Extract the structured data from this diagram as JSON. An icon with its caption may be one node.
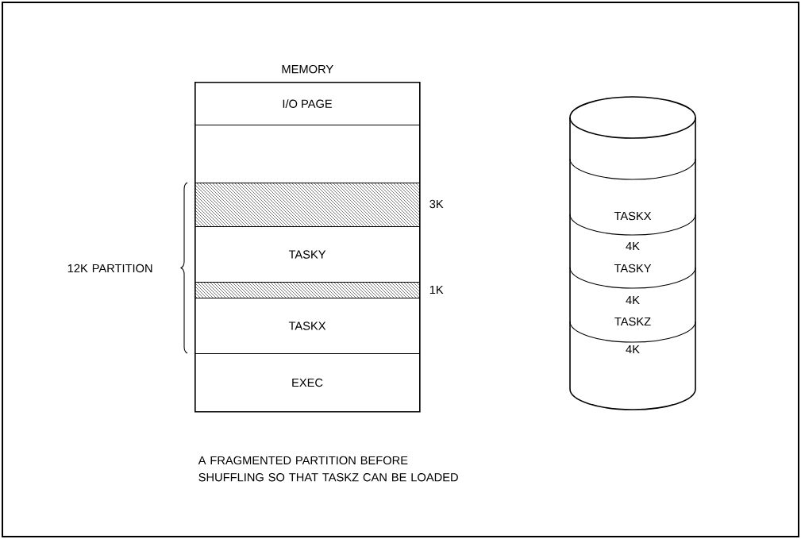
{
  "diagram": {
    "caption": "A FRAGMENTED PARTITION BEFORE SHUFFLING SO THAT TASKZ CAN BE LOADED",
    "nodes": [
      {
        "text": [
          "MEMORY"
        ]
      },
      {
        "text": [
          "I/O PAGE"
        ],
        "in": 0
      },
      {
        "text": [],
        "shape": "box",
        "in": 0
      },
      {
        "text": [],
        "shape": "bar",
        "in": 0,
        "beside": [
          "3K"
        ]
      },
      {
        "text": [
          "TASKY"
        ],
        "in": 0
      },
      {
        "text": [],
        "shape": "bar",
        "in": 0,
        "beside": [
          "1K"
        ]
      },
      {
        "text": [
          "TASKX"
        ],
        "in": 0
      },
      {
        "text": [
          "EXEC"
        ],
        "in": 0
      },
      {
        "text": [
          "TASKX",
          "4K",
          "TASKY",
          "4K",
          "TASKZ",
          "4K"
        ]
      }
    ],
    "edges": [],
    "labels": [
      "12K PARTITION"
    ]
  }
}
